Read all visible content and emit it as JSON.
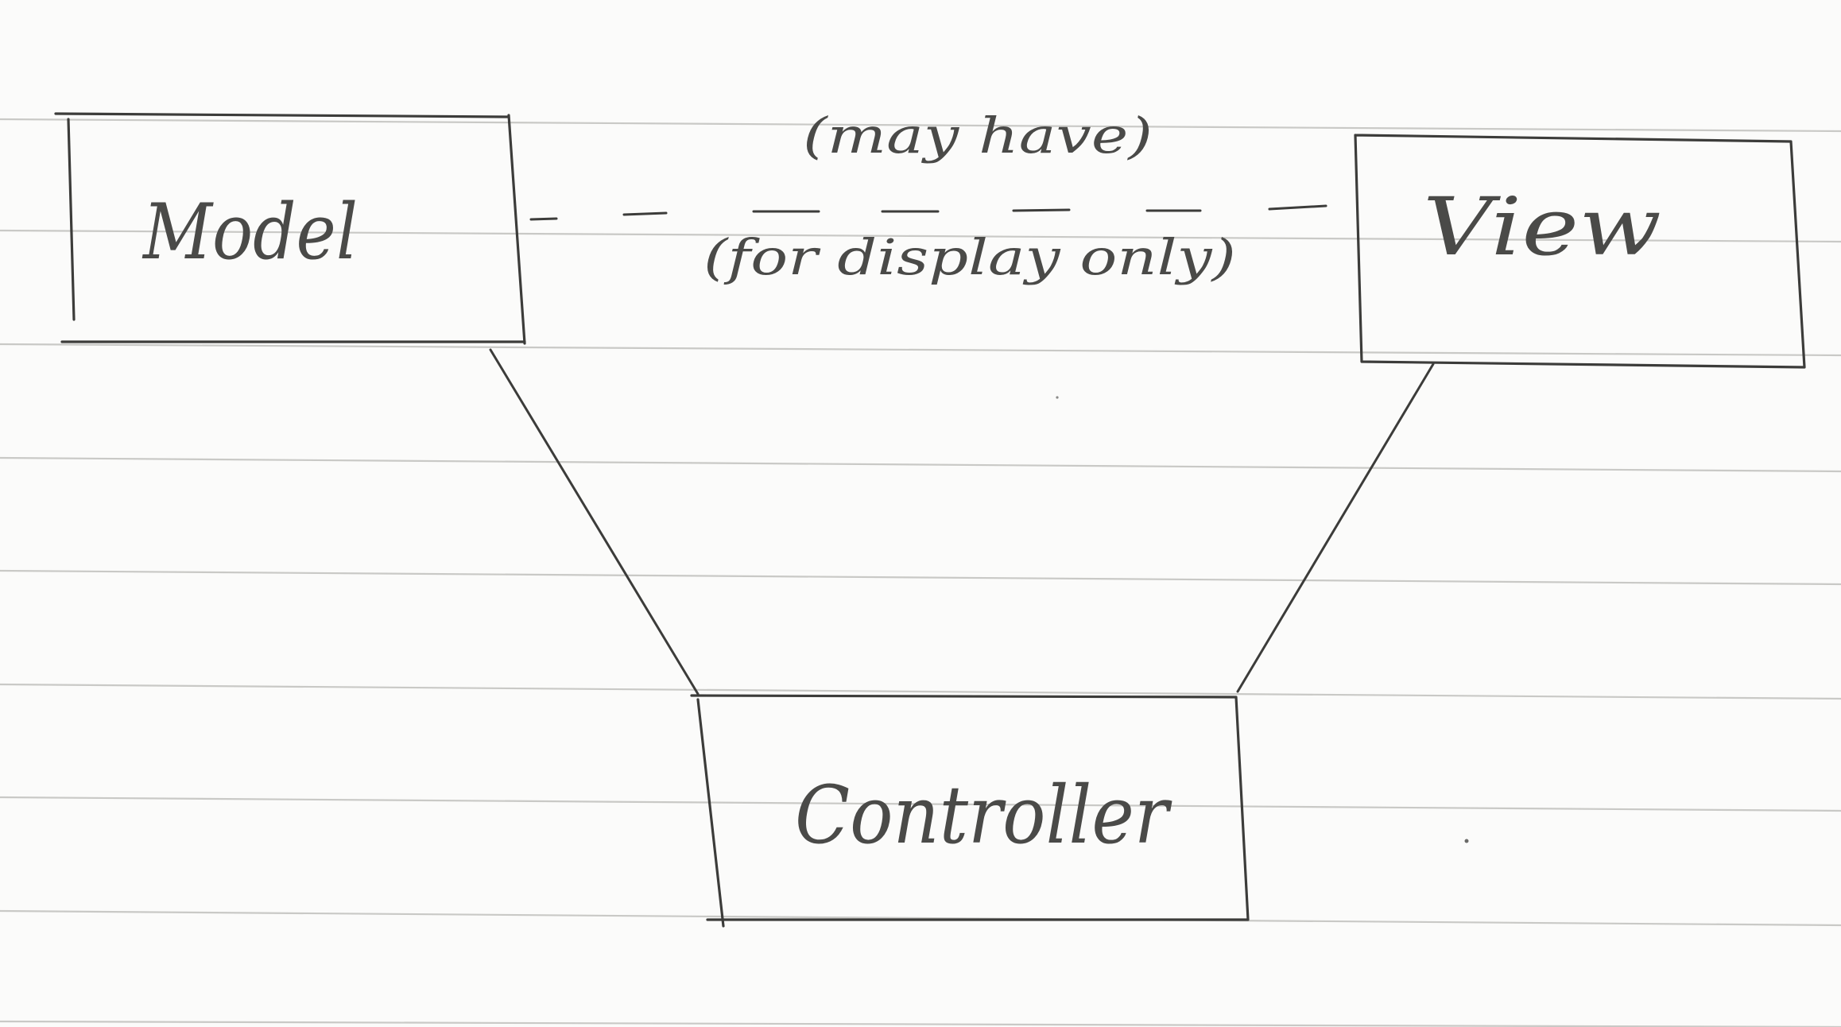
{
  "diagram": {
    "nodes": {
      "model": {
        "label": "Model"
      },
      "view": {
        "label": "View"
      },
      "controller": {
        "label": "Controller"
      }
    },
    "edges": {
      "model_view": {
        "style": "dashed",
        "label_top": "(may have)",
        "label_bottom": "(for display only)"
      },
      "model_controller": {
        "style": "solid"
      },
      "view_controller": {
        "style": "solid"
      }
    }
  },
  "colors": {
    "ink": "#3c3c3a",
    "paper": "#fbfbfa",
    "rule_line": "#c9c9c6"
  }
}
